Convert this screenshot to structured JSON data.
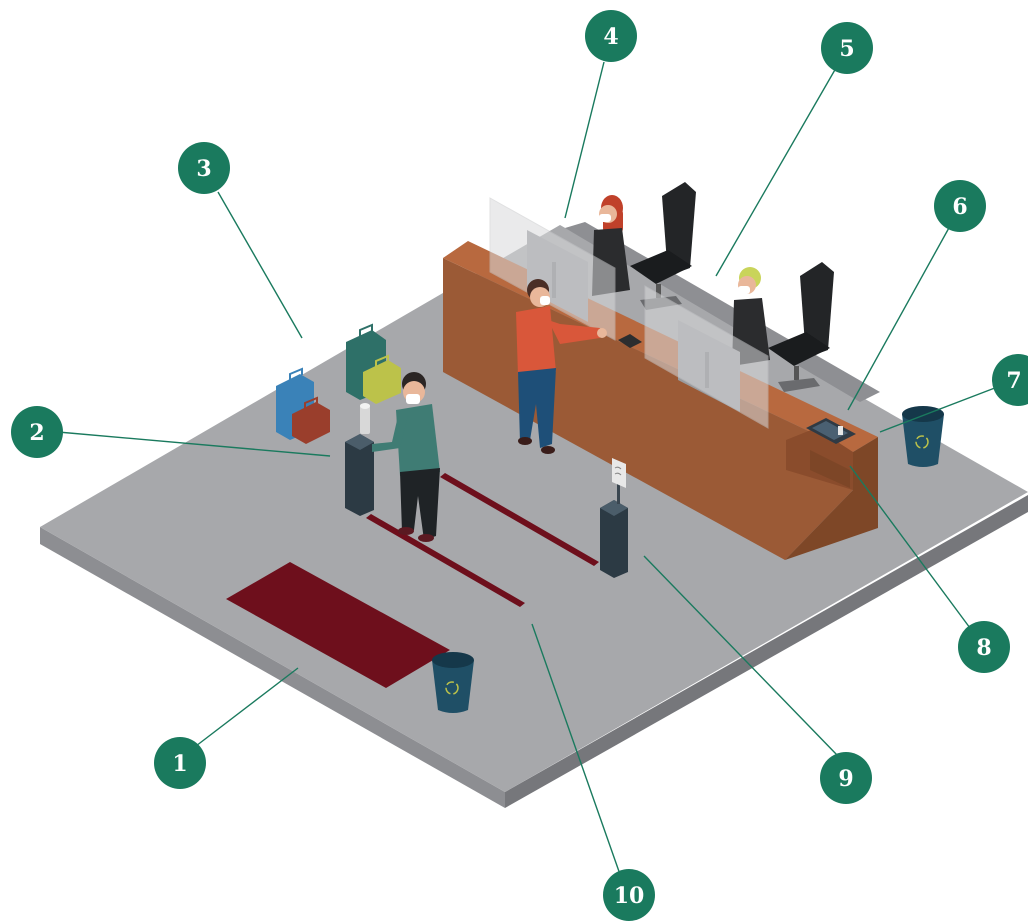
{
  "colors": {
    "floor_top": "#a7a8ab",
    "floor_edge_left": "#8d8e92",
    "floor_edge_right": "#76777b",
    "marker": "#1a7a5e",
    "counter_front": "#9b5a36",
    "counter_top": "#b8693f",
    "counter_side": "#7e4727",
    "mat": "#6e0f1c",
    "queue_lines": "#6e0f1c",
    "bins": "#1f4f66",
    "screens": "#9a9b9e"
  },
  "markers": [
    {
      "id": "1",
      "label": "1"
    },
    {
      "id": "2",
      "label": "2"
    },
    {
      "id": "3",
      "label": "3"
    },
    {
      "id": "4",
      "label": "4"
    },
    {
      "id": "5",
      "label": "5"
    },
    {
      "id": "6",
      "label": "6"
    },
    {
      "id": "7",
      "label": "7"
    },
    {
      "id": "8",
      "label": "8"
    },
    {
      "id": "9",
      "label": "9"
    },
    {
      "id": "10",
      "label": "10"
    }
  ],
  "icons": {
    "bin_symbol": "recycle-icon",
    "sanitizer": "sanitizer-dispenser-icon",
    "queue_stand": "queue-stand-icon"
  }
}
